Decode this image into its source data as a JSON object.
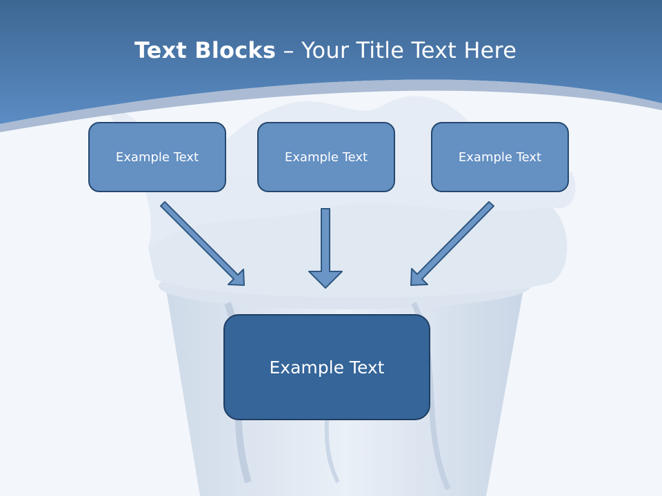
{
  "slide": {
    "title_bold": "Text Blocks",
    "title_dash": " – ",
    "title_rest": "Your Title Text Here",
    "blocks": [
      {
        "text": "Example Text"
      },
      {
        "text": "Example Text"
      },
      {
        "text": "Example Text"
      }
    ],
    "main_block": {
      "text": "Example Text"
    }
  },
  "colors": {
    "header_blue": "#4f7fb5",
    "box_blue": "#6490c2",
    "main_box_blue": "#356599",
    "arrow_blue": "#6a95c5",
    "outline": "#24476e"
  },
  "background_image": "water-glass-splash"
}
